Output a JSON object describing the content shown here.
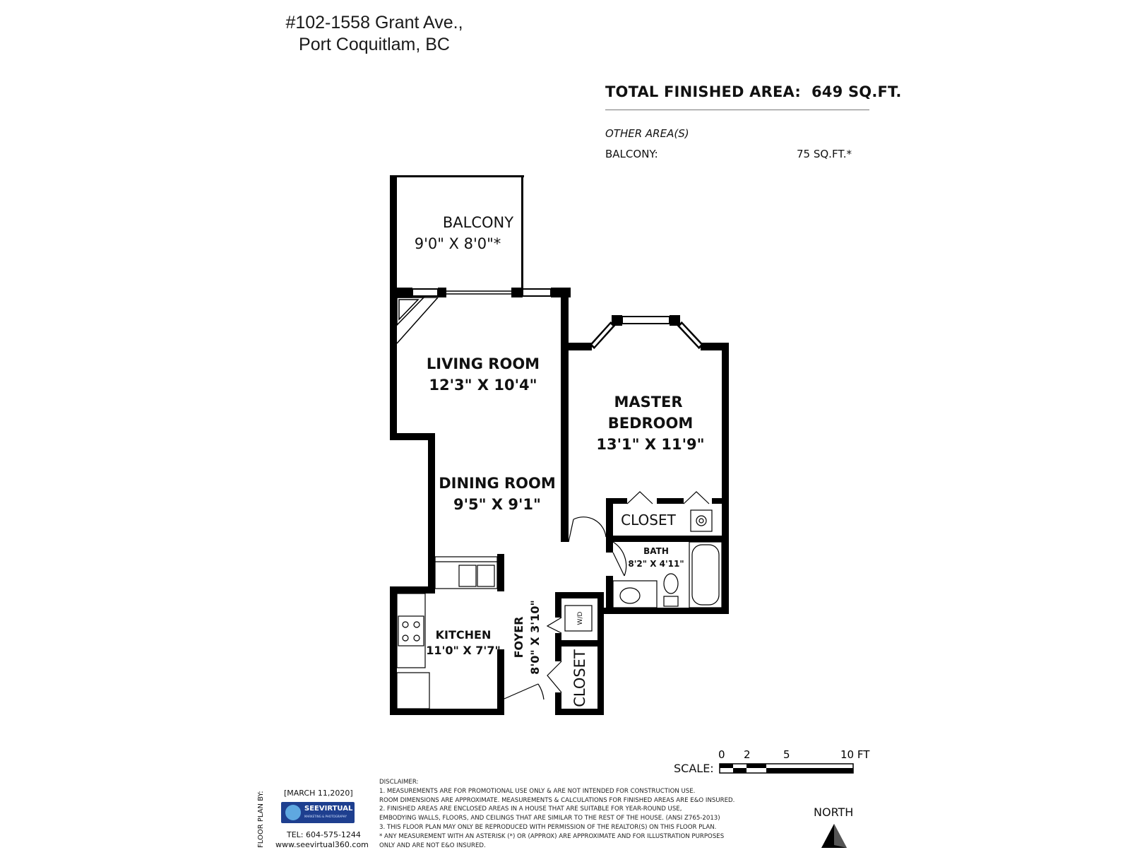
{
  "address": {
    "line1": "#102-1558 Grant Ave.,",
    "line2": "Port Coquitlam, BC"
  },
  "areas": {
    "total_label": "TOTAL FINISHED AREA:",
    "total_value": "649 SQ.FT.",
    "other_label": "OTHER AREA(S)",
    "balcony_label": "BALCONY:",
    "balcony_value": "75 SQ.FT.*"
  },
  "rooms": {
    "balcony": {
      "name": "BALCONY",
      "dims": "9'0\" X 8'0\"*"
    },
    "living": {
      "name": "LIVING ROOM",
      "dims": "12'3\" X 10'4\""
    },
    "dining": {
      "name": "DINING ROOM",
      "dims": "9'5\" X 9'1\""
    },
    "master": {
      "name1": "MASTER",
      "name2": "BEDROOM",
      "dims": "13'1\" X 11'9\""
    },
    "closet_bed": {
      "name": "CLOSET"
    },
    "bath": {
      "name": "BATH",
      "dims": "8'2\" X 4'11\""
    },
    "kitchen": {
      "name": "KITCHEN",
      "dims": "11'0\" X 7'7\""
    },
    "foyer": {
      "name": "FOYER",
      "dims": "8'0\" X 3'10\""
    },
    "closet_foyer": {
      "name": "CLOSET"
    },
    "wd": {
      "name": "W/D"
    }
  },
  "scale": {
    "label": "SCALE:",
    "ticks": [
      "0",
      "2",
      "5",
      "10 FT"
    ]
  },
  "footer": {
    "floor_plan_by": "FLOOR PLAN BY:",
    "date": "[MARCH 11,2020]",
    "brand": "SEEVIRTUAL",
    "brand_sub": "MARKETING & PHOTOGRAPHY",
    "tel": "TEL: 604-575-1244",
    "web": "www.seevirtual360.com",
    "north": "NORTH",
    "disclaimer": "DISCLAIMER:\n1. MEASUREMENTS ARE FOR PROMOTIONAL USE ONLY & ARE NOT INTENDED FOR CONSTRUCTION USE.\nROOM DIMENSIONS ARE APPROXIMATE. MEASUREMENTS & CALCULATIONS FOR FINISHED AREAS ARE E&O INSURED.\n2. FINISHED AREAS ARE ENCLOSED AREAS IN A HOUSE THAT ARE SUITABLE FOR YEAR-ROUND USE,\nEMBODYING WALLS, FLOORS, AND CEILINGS THAT ARE SIMILAR TO THE REST OF THE HOUSE. (ANSI Z765-2013)\n3. THIS FLOOR PLAN MAY ONLY BE REPRODUCED WITH PERMISSION OF THE REALTOR(S) ON THIS FLOOR PLAN.\n* ANY MEASUREMENT WITH AN ASTERISK (*) OR (APPROX) ARE APPROXIMATE AND FOR ILLUSTRATION PURPOSES\nONLY AND ARE NOT E&O INSURED."
  }
}
